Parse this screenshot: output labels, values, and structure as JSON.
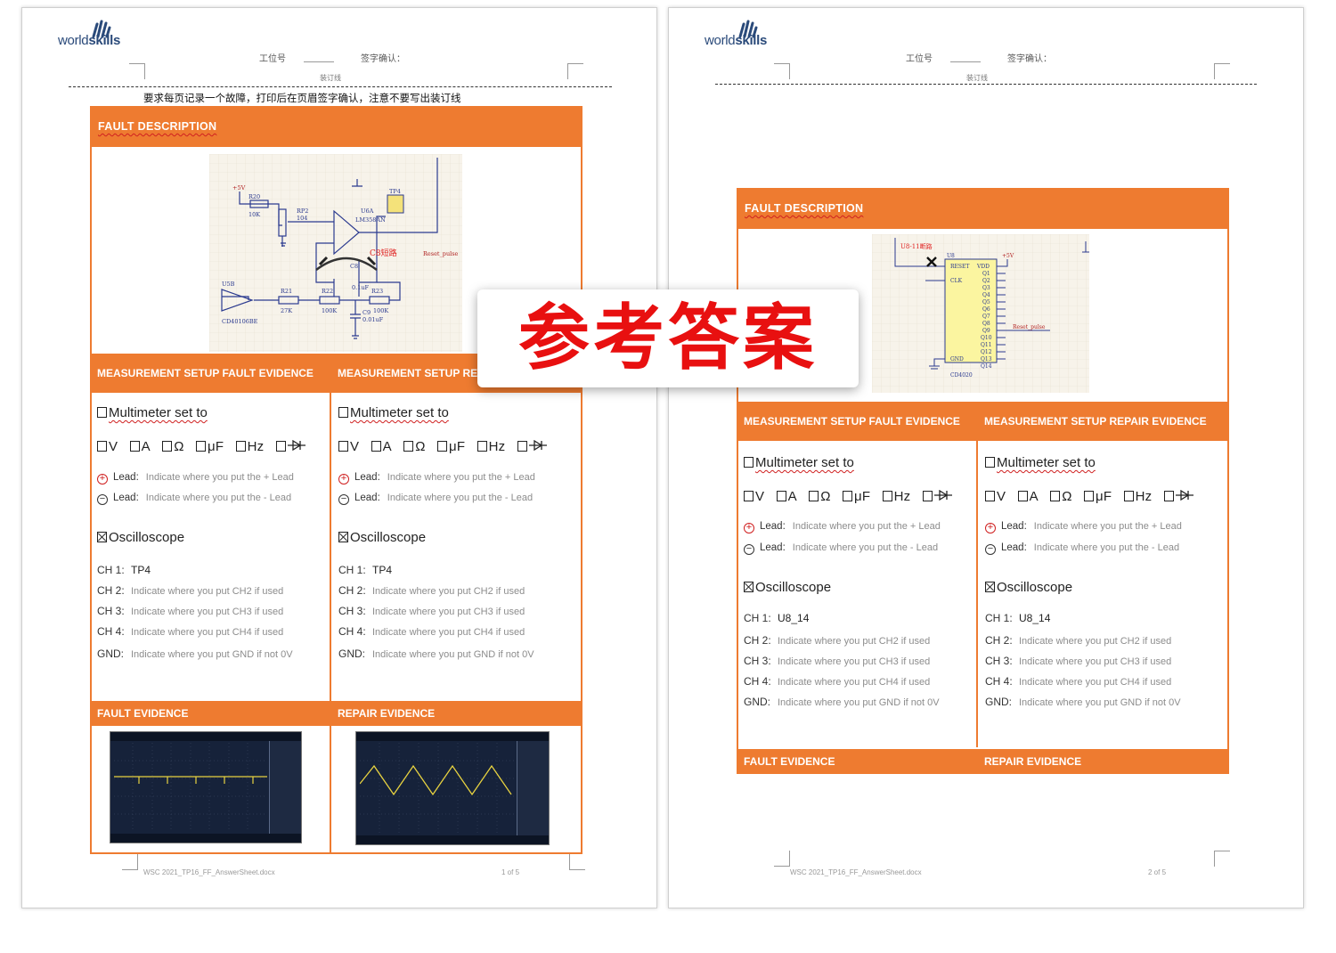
{
  "header": {
    "logo_world": "world",
    "logo_skills": "skills",
    "station_label": "工位号",
    "sign_label": "签字确认：",
    "binding_line": "装订线",
    "notice": "要求每页记录一个故障，打印后在页眉签字确认，注意不要写出装订线"
  },
  "page1": {
    "fault_description": "FAULT DESCRIPTION",
    "schematic": {
      "supply": "+5V",
      "labels": [
        "R20",
        "10K",
        "RP2",
        "104",
        "U6A",
        "LM358AN",
        "TP4",
        "C8短路",
        "Reset_pulse",
        "U5B",
        "CD40106BE",
        "R21",
        "27K",
        "R22",
        "100K",
        "R23",
        "100K",
        "C8",
        "0.1uF",
        "C9",
        "0.01uF"
      ]
    },
    "measure_fault_title": "MEASUREMENT SETUP FAULT EVIDENCE",
    "measure_repair_title": "MEASUREMENT SETUP REPAIR EVIDENCE",
    "fault_evidence_title": "FAULT EVIDENCE",
    "repair_evidence_title": "REPAIR EVIDENCE",
    "ch1_value": "TP4",
    "footer_file": "WSC 2021_TP16_FF_AnswerSheet.docx",
    "footer_page": "1    of    5"
  },
  "page2": {
    "fault_description": "FAULT DESCRIPTION",
    "schematic": {
      "fault_label": "U8-11断路",
      "chip": "U8",
      "chip_name": "CD4020",
      "supply": "+5V",
      "pins_left": [
        "RESET",
        "CLK"
      ],
      "pins_right": [
        "VDD",
        "Q1",
        "Q2",
        "Q3",
        "Q4",
        "Q5",
        "Q6",
        "Q7",
        "Q8",
        "Q9",
        "Q10",
        "Q11",
        "Q12",
        "Q13",
        "Q14"
      ],
      "gnd": "GND",
      "output": "Reset_pulse"
    },
    "measure_fault_title": "MEASUREMENT SETUP FAULT EVIDENCE",
    "measure_repair_title": "MEASUREMENT SETUP REPAIR EVIDENCE",
    "fault_evidence_title": "FAULT EVIDENCE",
    "repair_evidence_title": "REPAIR EVIDENCE",
    "ch1_value": "U8_14",
    "footer_file": "WSC 2021_TP16_FF_AnswerSheet.docx",
    "footer_page": "2    of    5"
  },
  "form": {
    "multimeter": "Multimeter set to",
    "units": [
      "V",
      "A",
      "Ω",
      "μF",
      "Hz"
    ],
    "plus_lead_label": "Lead:",
    "plus_lead_hint": "Indicate where you put the + Lead",
    "minus_lead_label": "Lead:",
    "minus_lead_hint": "Indicate where you put the - Lead",
    "oscilloscope": "Oscilloscope",
    "ch1_label": "CH 1:",
    "ch2_label": "CH 2:",
    "ch2_hint": "Indicate where you put CH2 if used",
    "ch3_label": "CH 3:",
    "ch3_hint": "Indicate where you put CH3 if used",
    "ch4_label": "CH 4:",
    "ch4_hint": "Indicate where you put CH4 if used",
    "gnd_label": "GND:",
    "gnd_hint": "Indicate where you put GND if not 0V"
  },
  "stamp": "参考答案",
  "colors": {
    "accent": "#ee7b30",
    "stamp": "#e81010"
  }
}
